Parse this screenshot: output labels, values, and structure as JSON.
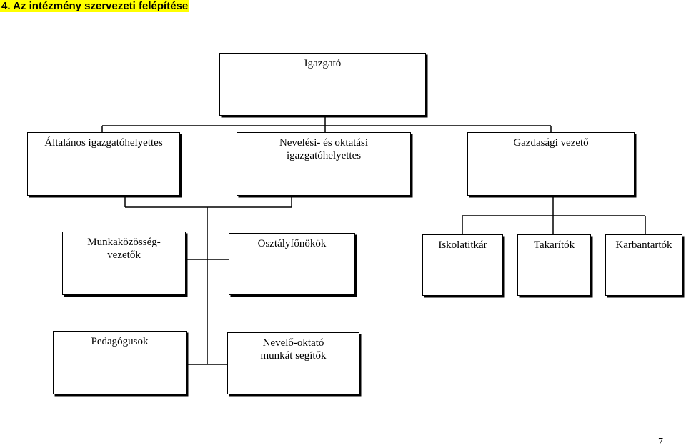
{
  "heading": "4. Az intézmény szervezeti felépítése",
  "boxes": {
    "director": "Igazgató",
    "general_deputy": "Általános igazgatóhelyettes",
    "education_deputy": "Nevelési- és oktatási\nigazgatóhelyettes",
    "finance_manager": "Gazdasági vezető",
    "working_group_leaders": "Munkaközösség-\nvezetők",
    "form_teachers": "Osztályfőnökök",
    "school_secretary": "Iskolatitkár",
    "cleaners": "Takarítók",
    "maintenance": "Karbantartók",
    "teachers": "Pedagógusok",
    "education_assistants": "Nevelő-oktató\nmunkát segítők"
  },
  "page_number": "7"
}
